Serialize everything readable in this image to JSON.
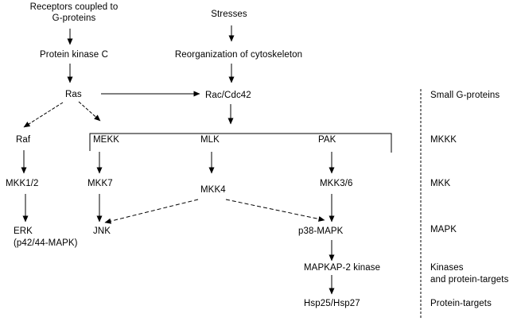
{
  "nodes": {
    "receptors": {
      "line1": "Receptors coupled to",
      "line2": "G-proteins"
    },
    "stresses": {
      "label": "Stresses"
    },
    "pkc": {
      "label": "Protein kinase C"
    },
    "cytoskeleton": {
      "label": "Reorganization of cytoskeleton"
    },
    "ras": {
      "label": "Ras"
    },
    "rac": {
      "label": "Rac/Cdc42"
    },
    "raf": {
      "label": "Raf"
    },
    "mekk": {
      "label": "MEKK"
    },
    "mlk": {
      "label": "MLK"
    },
    "pak": {
      "label": "PAK"
    },
    "mkk12": {
      "label": "MKK1/2"
    },
    "mkk7": {
      "label": "MKK7"
    },
    "mkk4": {
      "label": "MKK4"
    },
    "mkk36": {
      "label": "MKK3/6"
    },
    "erk": {
      "line1": "ERK",
      "line2": "(p42/44-MAPK)"
    },
    "jnk": {
      "label": "JNK"
    },
    "p38": {
      "label": "p38-MAPK"
    },
    "mapkap2": {
      "label": "MAPKAP-2 kinase"
    },
    "hsp": {
      "label": "Hsp25/Hsp27"
    }
  },
  "legend": {
    "small_g_proteins": "Small G-proteins",
    "mkkk": "MKKK",
    "mkk": "MKK",
    "mapk": "MAPK",
    "kinases_line1": "Kinases",
    "kinases_line2": "and protein-targets",
    "protein_targets": "Protein-targets"
  },
  "edges": [
    {
      "from": "receptors",
      "to": "pkc",
      "style": "solid"
    },
    {
      "from": "pkc",
      "to": "ras",
      "style": "solid"
    },
    {
      "from": "stresses",
      "to": "cytoskeleton",
      "style": "solid"
    },
    {
      "from": "cytoskeleton",
      "to": "rac",
      "style": "solid"
    },
    {
      "from": "ras",
      "to": "rac",
      "style": "solid"
    },
    {
      "from": "rac",
      "to": "mkkk-group",
      "style": "solid"
    },
    {
      "from": "ras",
      "to": "raf",
      "style": "dashed"
    },
    {
      "from": "ras",
      "to": "mekk",
      "style": "dashed"
    },
    {
      "from": "raf",
      "to": "mkk12",
      "style": "solid"
    },
    {
      "from": "mekk",
      "to": "mkk7",
      "style": "solid"
    },
    {
      "from": "mlk",
      "to": "mkk4",
      "style": "solid"
    },
    {
      "from": "pak",
      "to": "mkk36",
      "style": "solid"
    },
    {
      "from": "mkk12",
      "to": "erk",
      "style": "solid"
    },
    {
      "from": "mkk7",
      "to": "jnk",
      "style": "solid"
    },
    {
      "from": "mkk4",
      "to": "jnk",
      "style": "dashed"
    },
    {
      "from": "mkk4",
      "to": "p38",
      "style": "dashed"
    },
    {
      "from": "mkk36",
      "to": "p38",
      "style": "solid"
    },
    {
      "from": "p38",
      "to": "mapkap2",
      "style": "solid"
    },
    {
      "from": "mapkap2",
      "to": "hsp",
      "style": "solid"
    }
  ],
  "colors": {
    "background": "#ffffff",
    "text": "#000000",
    "line": "#000000"
  }
}
